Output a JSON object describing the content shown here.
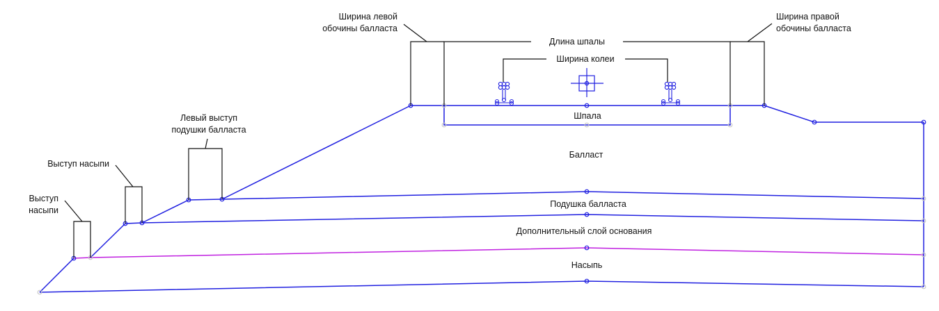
{
  "diagram": {
    "title": "Railway track cross-section",
    "colors": {
      "profile": "#1f1fe0",
      "embankment_top": "#c020e0",
      "dimension": "#111111",
      "inactive_node": "#c8c8c8"
    },
    "labels": {
      "left_shoulder_line1": "Ширина левой",
      "left_shoulder_line2": "обочины балласта",
      "right_shoulder_line1": "Ширина правой",
      "right_shoulder_line2": "обочины балласта",
      "sleeper_length": "Длина шпалы",
      "track_gauge": "Ширина колеи",
      "sleeper": "Шпала",
      "ballast": "Балласт",
      "ballast_cushion_ledge_line1": "Левый выступ",
      "ballast_cushion_ledge_line2": "подушки балласта",
      "embankment_ledge_upper": "Выступ насыпи",
      "embankment_ledge_lower_line1": "Выступ",
      "embankment_ledge_lower_line2": "насыпи",
      "ballast_cushion": "Подушка балласта",
      "additional_base_layer": "Дополнительный слой основания",
      "embankment": "Насыпь"
    },
    "icons": {
      "left_rail": "rail-icon",
      "right_rail": "rail-icon",
      "track_center": "crosshair-target-icon"
    }
  }
}
